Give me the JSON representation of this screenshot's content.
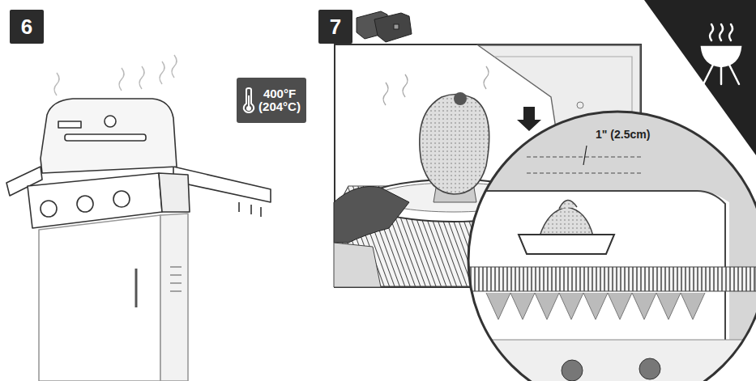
{
  "diagram": {
    "nodes": [
      {
        "text": [
          "6"
        ]
      },
      {
        "text": [
          "400°F (204°C)"
        ]
      },
      {
        "text": [
          "7"
        ]
      }
    ],
    "labels": [
      "1\" (2.5cm)"
    ]
  }
}
